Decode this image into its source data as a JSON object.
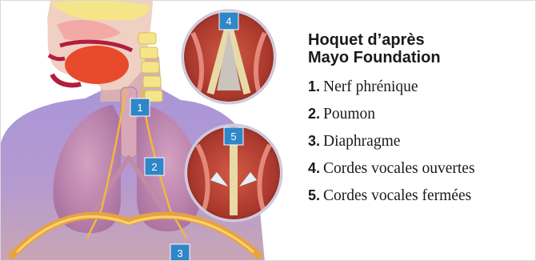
{
  "legend": {
    "title_line1": "Hoquet d’après",
    "title_line2": "Mayo Foundation",
    "items": [
      {
        "num": "1.",
        "label": "Nerf phrénique"
      },
      {
        "num": "2.",
        "label": "Poumon"
      },
      {
        "num": "3.",
        "label": "Diaphragme"
      },
      {
        "num": "4.",
        "label": "Cordes vocales ouvertes"
      },
      {
        "num": "5.",
        "label": "Cordes vocales fermées"
      }
    ]
  },
  "markers": [
    "1",
    "2",
    "3",
    "4",
    "5"
  ],
  "colors": {
    "marker_fill": "#2f86c8",
    "torso": "#b59ad0",
    "lung": "#c48ab0",
    "nerve": "#f2b840",
    "muscle": "#c0453a",
    "skull": "#f6e488"
  }
}
